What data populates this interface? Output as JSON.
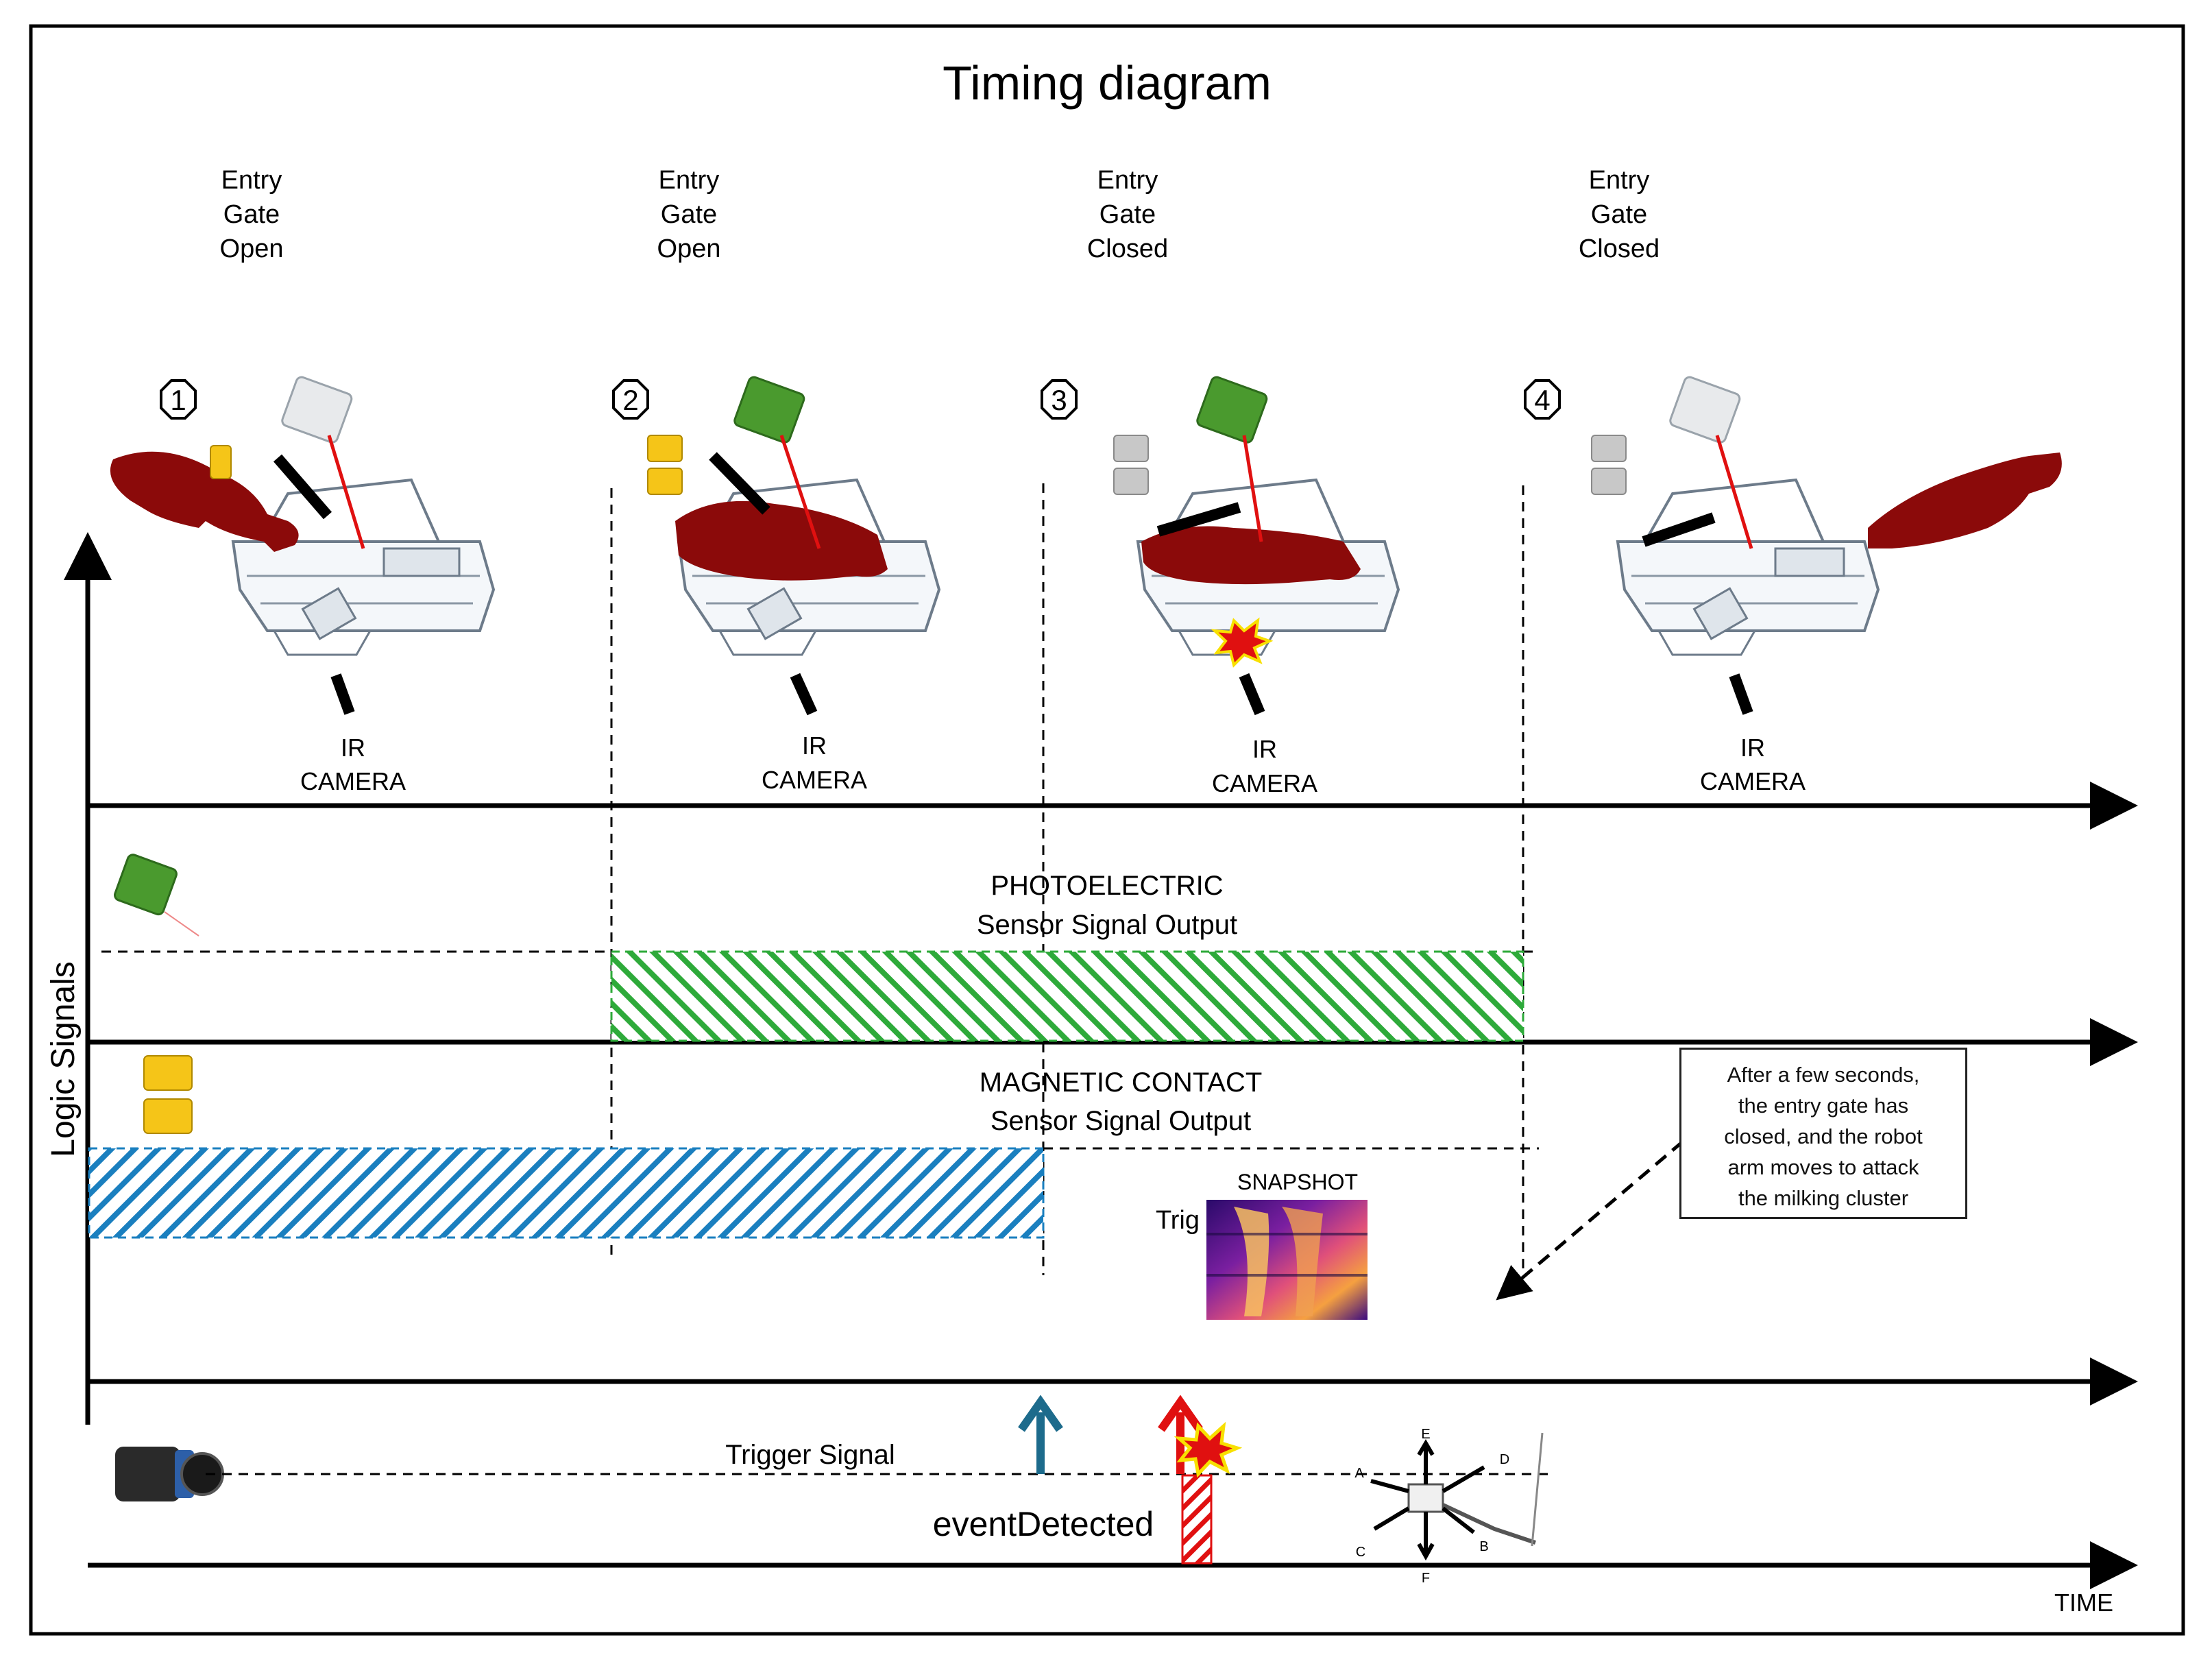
{
  "title": "Timing diagram",
  "stages": [
    {
      "number": "1",
      "gate": [
        "Entry",
        "Gate",
        "Open"
      ],
      "camera": [
        "IR",
        "CAMERA"
      ]
    },
    {
      "number": "2",
      "gate": [
        "Entry",
        "Gate",
        "Open"
      ],
      "camera": [
        "IR",
        "CAMERA"
      ]
    },
    {
      "number": "3",
      "gate": [
        "Entry",
        "Gate",
        "Closed"
      ],
      "camera": [
        "IR",
        "CAMERA"
      ]
    },
    {
      "number": "4",
      "gate": [
        "Entry",
        "Gate",
        "Closed"
      ],
      "camera": [
        "IR",
        "CAMERA"
      ]
    }
  ],
  "axes": {
    "y_label": "Logic Signals",
    "x_label": "TIME"
  },
  "signals": {
    "photoelectric": {
      "line1": "PHOTOELECTRIC",
      "line2": "Sensor Signal Output",
      "color": "#2eaa3a"
    },
    "magnetic": {
      "line1": "MAGNETIC CONTACT",
      "line2": "Sensor Signal Output",
      "color": "#1a7fbf"
    },
    "trigger": {
      "label": "Trigger Signal",
      "event_label": "eventDetected",
      "arrow_color": "#1d6b8c",
      "event_color": "#e01010"
    }
  },
  "snapshot": {
    "label": "SNAPSHOT",
    "trig_label": "Trig"
  },
  "note": {
    "lines": [
      "After a few seconds,",
      "the entry gate has",
      "closed, and the robot",
      "arm moves to attack",
      "the milking cluster"
    ]
  },
  "robot_directions": [
    "E",
    "D",
    "A",
    "B",
    "C",
    "F"
  ],
  "icons": [
    "cow-icon",
    "photoelectric-sensor-icon",
    "magnetic-contact-icon",
    "ir-camera-icon",
    "robot-arm-icon",
    "explosion-icon"
  ]
}
